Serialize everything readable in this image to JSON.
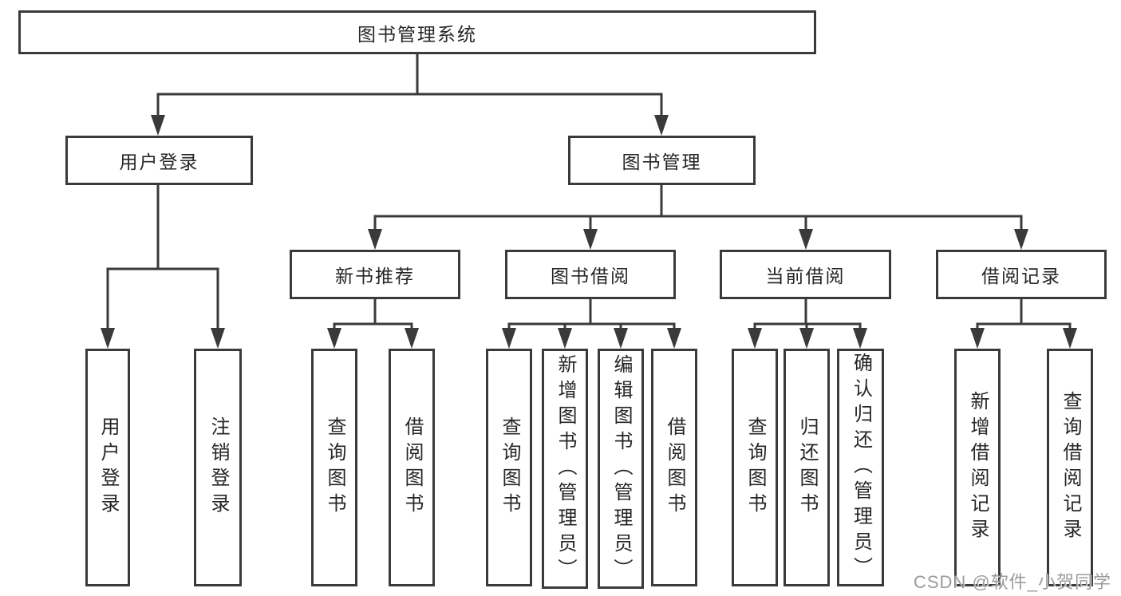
{
  "diagram": {
    "root": {
      "label": "图书管理系统"
    },
    "branches": [
      {
        "label": "用户登录",
        "children": [
          {
            "label": "用户登录"
          },
          {
            "label": "注销登录"
          }
        ]
      },
      {
        "label": "图书管理",
        "children": [
          {
            "label": "新书推荐",
            "children": [
              {
                "label": "查询图书"
              },
              {
                "label": "借阅图书"
              }
            ]
          },
          {
            "label": "图书借阅",
            "children": [
              {
                "label": "查询图书"
              },
              {
                "label": "新增图书（管理员）"
              },
              {
                "label": "编辑图书（管理员）"
              },
              {
                "label": "借阅图书"
              }
            ]
          },
          {
            "label": "当前借阅",
            "children": [
              {
                "label": "查询图书"
              },
              {
                "label": "归还图书"
              },
              {
                "label": "确认归还（管理员）"
              }
            ]
          },
          {
            "label": "借阅记录",
            "children": [
              {
                "label": "新增借阅记录"
              },
              {
                "label": "查询借阅记录"
              }
            ]
          }
        ]
      }
    ]
  },
  "watermark": {
    "text": "CSDN @软件_小贺同学"
  },
  "colors": {
    "line": "#3a3a3a",
    "box_border": "#3a3a3a",
    "text": "#262626",
    "background": "#ffffff",
    "watermark": "#9b9b9b"
  }
}
